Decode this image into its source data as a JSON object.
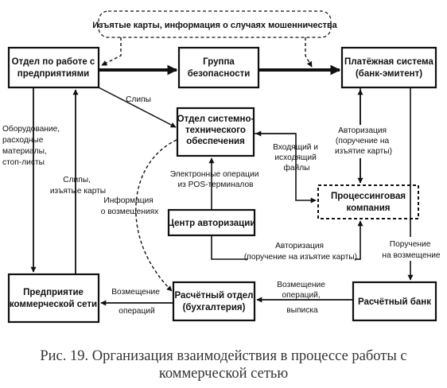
{
  "diagram": {
    "banner": "Изъятые карты, информация о случаях мошенничества",
    "boxes": {
      "otdel_predpr": [
        "Отдел по работе с",
        "предприятиями"
      ],
      "gruppa_bez": [
        "Группа",
        "безопасности"
      ],
      "plat_sistema": [
        "Платёжная система",
        "(банк-эмитент)"
      ],
      "otdel_sist": [
        "Отдел системно-",
        "технического",
        "обеспечения"
      ],
      "process_komp": [
        "Процессинговая",
        "компания"
      ],
      "centr_avt": [
        "Центр авторизации"
      ],
      "predpr_seti": [
        "Предприятие",
        "коммерческой сети"
      ],
      "rasch_otdel": [
        "Расчётный отдел",
        "(бухгалтерия)"
      ],
      "rasch_bank": [
        "Расчётный банк"
      ]
    },
    "labels": {
      "slipy_top": [
        "Слипы"
      ],
      "oborud": [
        "Оборудование,",
        "расходные",
        "материалы,",
        "стоп-листы"
      ],
      "slipy_kart": [
        "Слипы,",
        "изъятые карты"
      ],
      "info_vozm": [
        "Информация",
        "о возмещениях"
      ],
      "elektr_oper": [
        "Электронные операции",
        "из POS-терминалов"
      ],
      "vhod_ish": [
        "Входящий и",
        "исходящий",
        "файлы"
      ],
      "avt_poruch": [
        "Авторизация",
        "(поручение на",
        "изъятие карты)"
      ],
      "poruch_vozm": [
        "Поручение",
        "на возмещение"
      ],
      "avt_bottom": [
        "Авторизация",
        "(поручение на изъятие карты)"
      ],
      "vozm_oper": [
        "Возмещение",
        "операций"
      ],
      "vozm_vypis": [
        "Возмещение",
        "операций,",
        "выписка"
      ]
    }
  },
  "caption": {
    "line1": "Рис. 19. Организация взаимодействия в процессе работы с",
    "line2": "коммерческой сетью"
  }
}
